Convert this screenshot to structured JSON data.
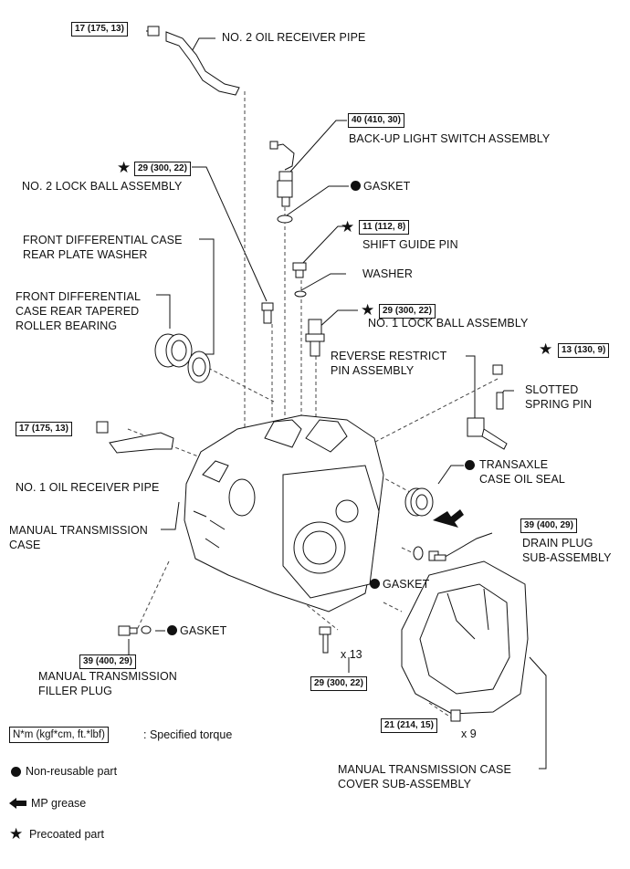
{
  "labels": {
    "no2_oil_receiver_pipe": "NO. 2 OIL RECEIVER PIPE",
    "backup_light_switch": "BACK-UP LIGHT SWITCH ASSEMBLY",
    "gasket_top": "GASKET",
    "no2_lock_ball": "NO. 2 LOCK BALL ASSEMBLY",
    "shift_guide_pin": "SHIFT GUIDE PIN",
    "front_diff_washer_1": "FRONT DIFFERENTIAL CASE",
    "front_diff_washer_2": "REAR PLATE WASHER",
    "washer": "WASHER",
    "front_diff_bearing_1": "FRONT DIFFERENTIAL",
    "front_diff_bearing_2": "CASE REAR TAPERED",
    "front_diff_bearing_3": "ROLLER BEARING",
    "no1_lock_ball": "NO. 1 LOCK BALL ASSEMBLY",
    "reverse_restrict_1": "REVERSE RESTRICT",
    "reverse_restrict_2": "PIN ASSEMBLY",
    "slotted_spring_1": "SLOTTED",
    "slotted_spring_2": "SPRING PIN",
    "no1_oil_receiver_pipe": "NO. 1 OIL RECEIVER PIPE",
    "transaxle_seal_1": "TRANSAXLE",
    "transaxle_seal_2": "CASE OIL SEAL",
    "manual_trans_case_1": "MANUAL TRANSMISSION",
    "manual_trans_case_2": "CASE",
    "drain_plug_1": "DRAIN PLUG",
    "drain_plug_2": "SUB-ASSEMBLY",
    "gasket_drain": "GASKET",
    "gasket_filler": "GASKET",
    "filler_plug_1": "MANUAL TRANSMISSION",
    "filler_plug_2": "FILLER PLUG",
    "case_cover_1": "MANUAL TRANSMISSION CASE",
    "case_cover_2": "COVER SUB-ASSEMBLY"
  },
  "torques": {
    "t_no2_pipe": "17 (175, 13)",
    "t_backup": "40 (410, 30)",
    "t_no2_lock": "29 (300, 22)",
    "t_shift_pin": "11 (112, 8)",
    "t_no1_lock": "29 (300, 22)",
    "t_spring_pin": "13 (130, 9)",
    "t_no1_pipe": "17 (175, 13)",
    "t_drain": "39 (400, 29)",
    "t_filler": "39 (400, 29)",
    "t_case_bolts": "29 (300, 22)",
    "t_cover_bolts": "21 (214, 15)"
  },
  "quantities": {
    "case_bolts": "x 13",
    "cover_bolts": "x 9"
  },
  "legend": {
    "torque_key": "N*m (kgf*cm, ft.*lbf)",
    "torque_text": ": Specified torque",
    "nonreusable": "Non-reusable part",
    "grease": "MP grease",
    "precoated": "Precoated part"
  },
  "symbols": {
    "star": "★",
    "dot_icon": "filled-circle",
    "arrow_icon": "left-arrow"
  }
}
